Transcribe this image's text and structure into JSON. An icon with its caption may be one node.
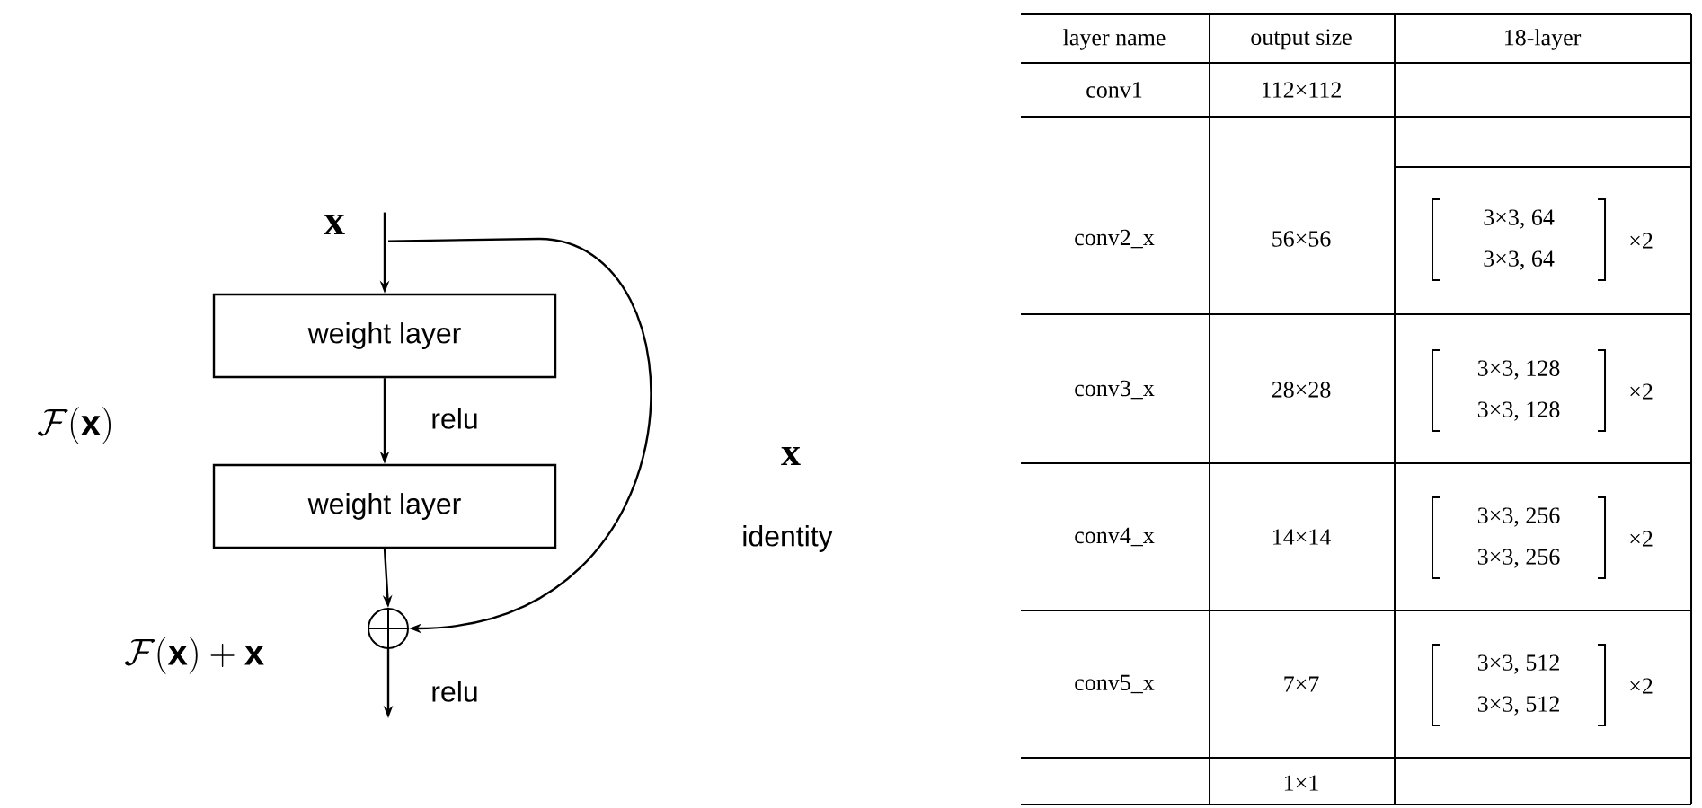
{
  "diagram": {
    "nodes": [
      {
        "text": [
          "x"
        ]
      },
      {
        "text": [
          "weight layer"
        ]
      },
      {
        "text": [
          "weight layer"
        ]
      },
      {
        "text": [],
        "shape": "circle"
      }
    ],
    "edges": [
      {
        "from": 0,
        "to": 1,
        "arrow": "to"
      },
      {
        "from": 1,
        "to": 2,
        "arrow": "to",
        "label": "relu"
      },
      {
        "from": 2,
        "to": 3,
        "arrow": "to"
      },
      {
        "from": 0,
        "to": 3,
        "arrow": "to"
      },
      {
        "from": 3,
        "to": null,
        "arrow": "to",
        "label": "relu"
      }
    ],
    "labels": [
      "\\mathcal{F}(\\mathbf{x})",
      "x",
      "identity",
      "\\mathcal{F}(\\mathbf{x})+\\mathbf{x}",
      "layer name",
      "output size",
      "18-layer",
      "conv1",
      "112×112",
      "conv2_x",
      "56×56",
      "3×3, 64",
      "3×3, 64",
      "×2",
      "conv3_x",
      "28×28",
      "3×3, 128",
      "3×3, 128",
      "×2",
      "conv4_x",
      "14×14",
      "3×3, 256",
      "3×3, 256",
      "×2",
      "conv5_x",
      "7×7",
      "3×3, 512",
      "3×3, 512",
      "×2",
      "1×1"
    ]
  }
}
